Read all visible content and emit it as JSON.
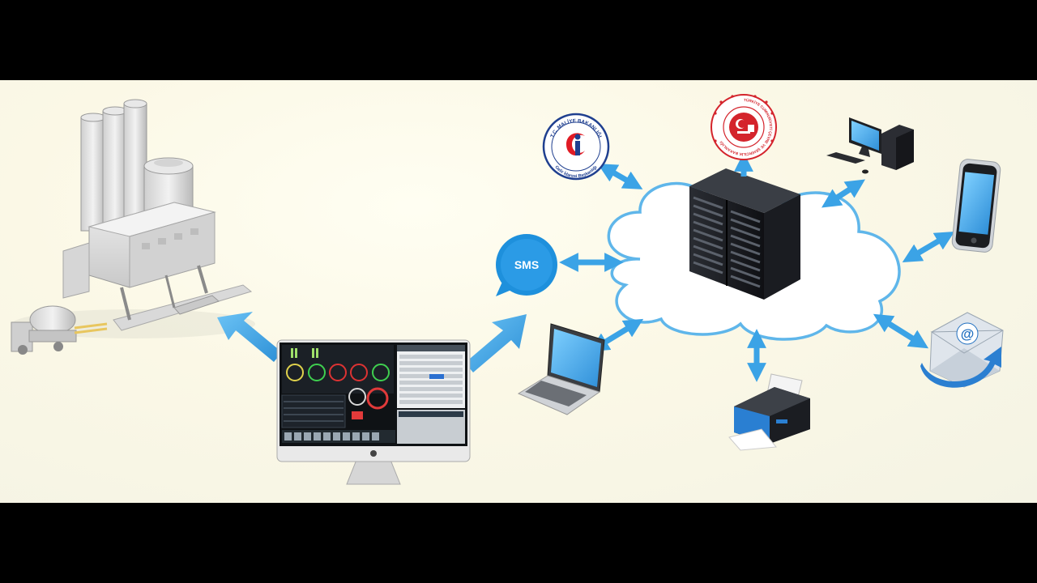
{
  "sms": {
    "label": "SMS"
  },
  "logo_maliye": {
    "top_text": "T.C. MALİYE BAKANLIĞI",
    "bottom_text": "Gelir İdaresi Başkanlığı"
  },
  "logo_ministry": {
    "ring_text": "TÜRKİYE CUMHURİYETİ ÇEVRE VE ŞEHİRCİLİK BAKANLIĞI"
  },
  "email": {
    "symbol": "@"
  },
  "nodes": [
    {
      "id": "plant",
      "icon": "concrete-plant"
    },
    {
      "id": "imac",
      "icon": "desktop-monitor"
    },
    {
      "id": "cloud",
      "icon": "cloud"
    },
    {
      "id": "server",
      "icon": "server-rack"
    },
    {
      "id": "pc",
      "icon": "desktop-pc"
    },
    {
      "id": "phone",
      "icon": "smartphone"
    },
    {
      "id": "laptop",
      "icon": "laptop"
    },
    {
      "id": "printer",
      "icon": "printer"
    },
    {
      "id": "email",
      "icon": "email-envelope"
    }
  ],
  "colors": {
    "arrow": "#3ba3e6",
    "cloud_stroke": "#5fb6ea",
    "background": "#fbf9e8",
    "frame": "#000000"
  }
}
